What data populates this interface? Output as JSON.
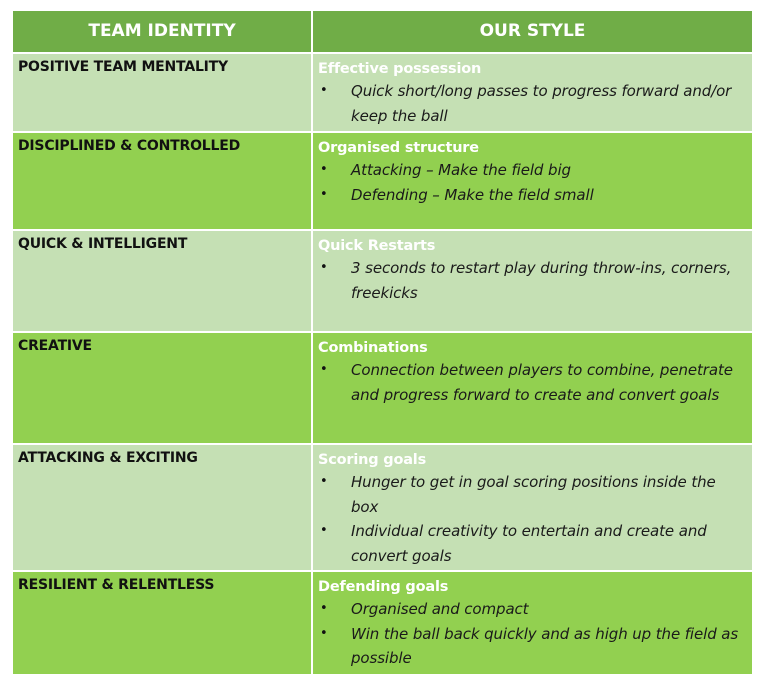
{
  "colors": {
    "header_bg": "#70AD47",
    "row_light": "#C5E0B4",
    "row_bright": "#92D050",
    "heading_text": "#FFFFFF",
    "body_text": "#111111"
  },
  "header": {
    "left": "TEAM IDENTITY",
    "right": "OUR STYLE"
  },
  "rows": [
    {
      "identity": "POSITIVE TEAM MENTALITY",
      "style_title": "Effective possession",
      "bullets": [
        "Quick short/long passes to progress forward and/or keep the ball"
      ]
    },
    {
      "identity": "DISCIPLINED & CONTROLLED",
      "style_title": "Organised structure",
      "bullets": [
        "Attacking – Make the field big",
        "Defending – Make the field small"
      ]
    },
    {
      "identity": "QUICK & INTELLIGENT",
      "style_title": "Quick Restarts",
      "bullets": [
        "3 seconds to restart play during throw-ins, corners, freekicks"
      ]
    },
    {
      "identity": "CREATIVE",
      "style_title": "Combinations",
      "bullets": [
        "Connection between players to combine, penetrate and progress forward to create and convert goals"
      ]
    },
    {
      "identity": "ATTACKING & EXCITING",
      "style_title": "Scoring goals",
      "bullets": [
        "Hunger to get in goal scoring positions inside the box",
        "Individual creativity to entertain and create and convert goals"
      ]
    },
    {
      "identity": "RESILIENT & RELENTLESS",
      "style_title": "Defending goals",
      "bullets": [
        "Organised and compact",
        "Win the ball back quickly and as high up the field as possible"
      ]
    }
  ]
}
